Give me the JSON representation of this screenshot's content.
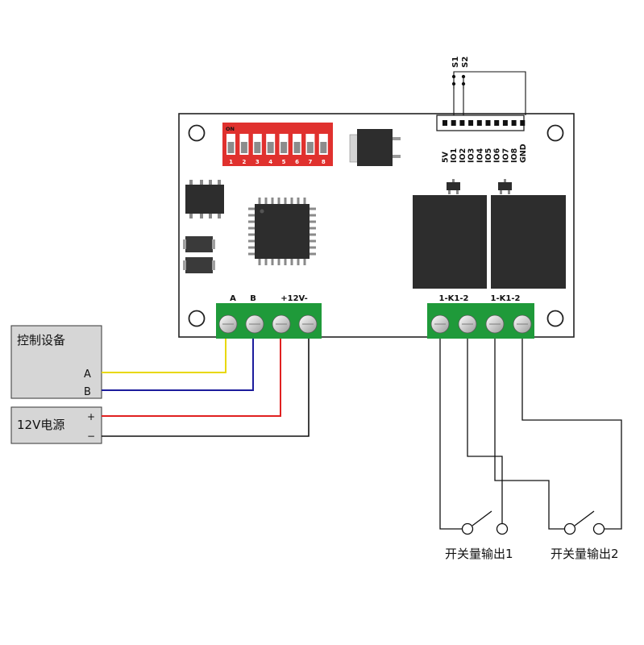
{
  "board": {
    "dip_on_label": "ON",
    "dip_numbers": [
      "1",
      "2",
      "3",
      "4",
      "5",
      "6",
      "7",
      "8"
    ],
    "terminal_left_labels": {
      "a": "A",
      "b": "B",
      "power": "+12V-"
    },
    "relay_labels": [
      "1-K1-2",
      "1-K1-2"
    ],
    "header_pins": [
      "5V",
      "IO1",
      "IO2",
      "IO3",
      "IO4",
      "IO5",
      "IO6",
      "IO7",
      "IO8",
      "GND"
    ],
    "switch_labels": [
      "S1",
      "S2"
    ]
  },
  "devices": {
    "control_device": {
      "title": "控制设备",
      "pin_a": "A",
      "pin_b": "B"
    },
    "power_supply": {
      "title": "12V电源",
      "plus": "+",
      "minus": "−"
    }
  },
  "outputs": [
    "开关量输出1",
    "开关量输出2"
  ],
  "colors": {
    "wire_a": "#e8d800",
    "wire_b": "#1c1c9c",
    "wire_plus": "#e02020",
    "wire_minus": "#111111",
    "terminal_green": "#1f9a3a",
    "dip_red": "#e0312e",
    "board_border": "#222222",
    "device_fill": "#d6d6d6"
  }
}
